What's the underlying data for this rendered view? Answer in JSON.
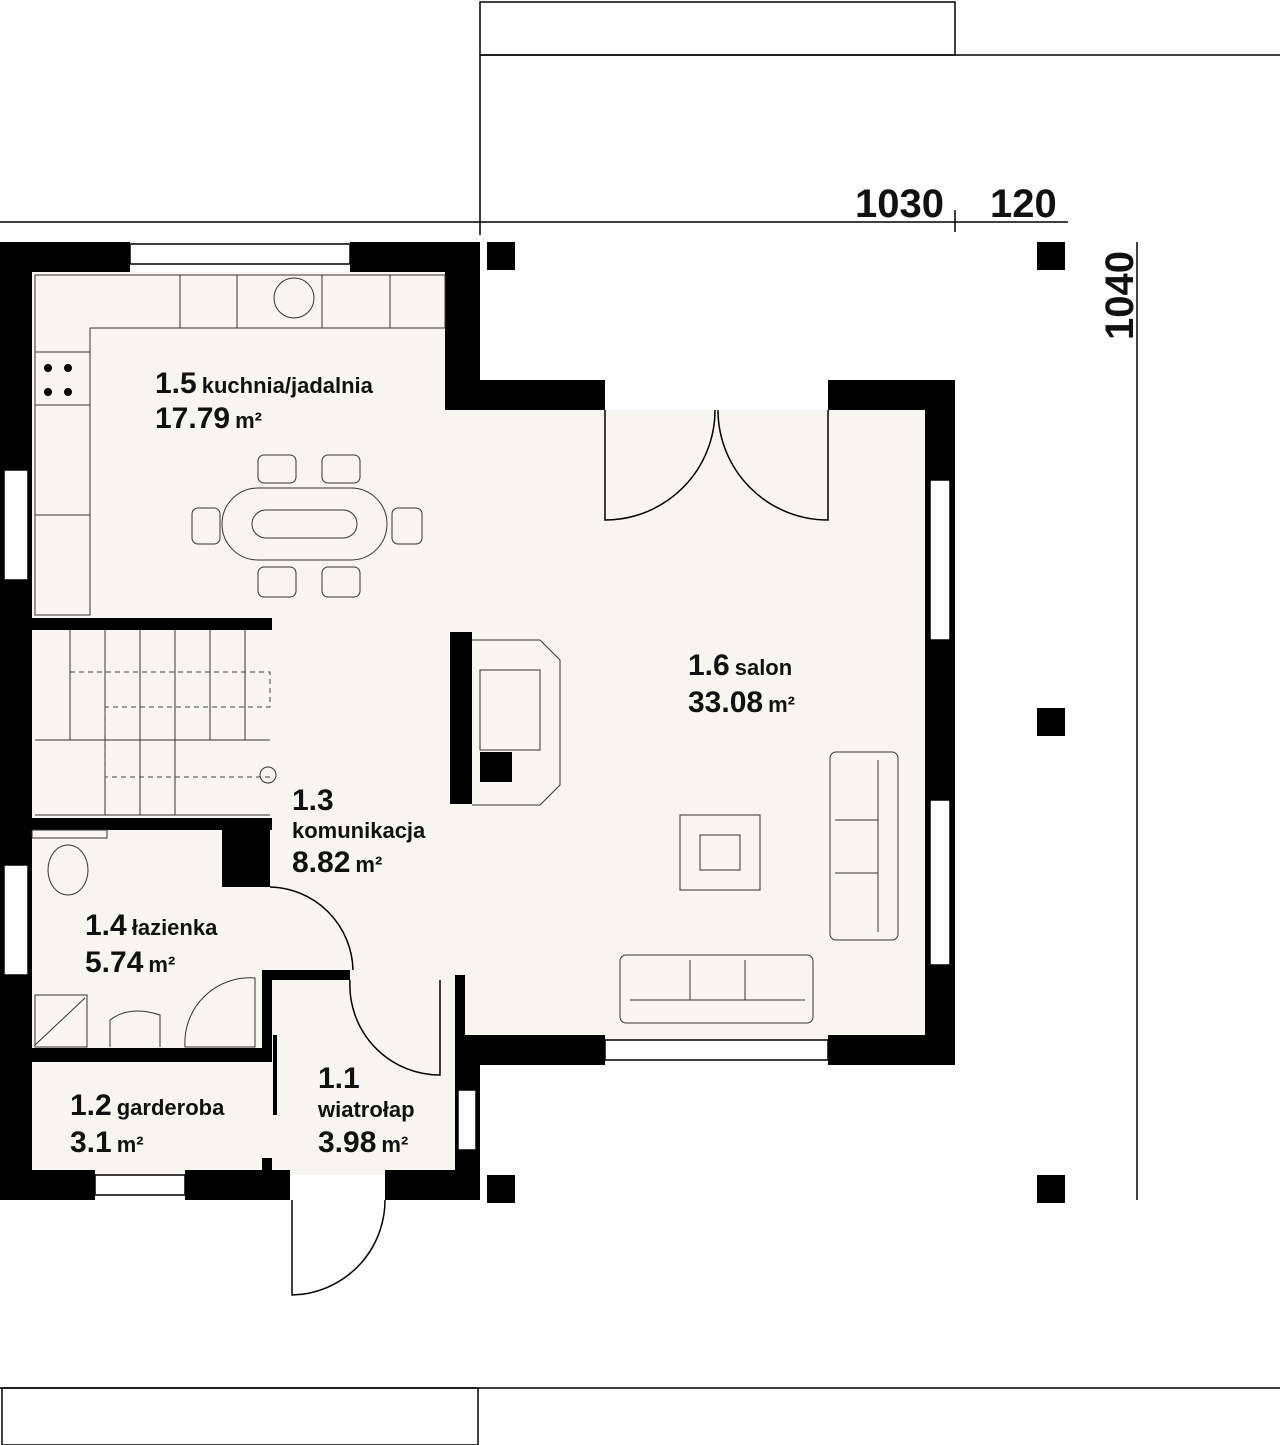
{
  "rooms": [
    {
      "id": "1.5",
      "name": "kuchnia/jadalnia",
      "area": "17.79",
      "unit": "m²"
    },
    {
      "id": "1.6",
      "name": "salon",
      "area": "33.08",
      "unit": "m²"
    },
    {
      "id": "1.3",
      "name": "komunikacja",
      "area": "8.82",
      "unit": "m²"
    },
    {
      "id": "1.4",
      "name": "łazienka",
      "area": "5.74",
      "unit": "m²"
    },
    {
      "id": "1.2",
      "name": "garderoba",
      "area": "3.1",
      "unit": "m²"
    },
    {
      "id": "1.1",
      "name": "wiatrołap",
      "area": "3.98",
      "unit": "m²"
    }
  ],
  "dimensions": {
    "top_width": "1030",
    "top_offset": "120",
    "right_height": "1040"
  }
}
